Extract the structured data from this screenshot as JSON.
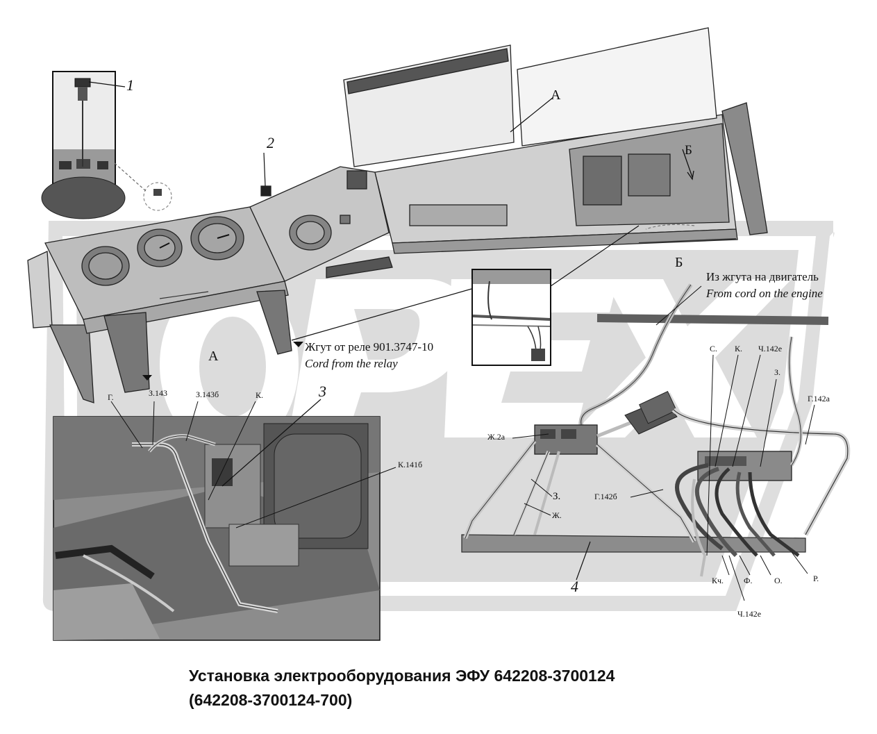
{
  "watermark": {
    "text": "ОРЕХ"
  },
  "callouts": {
    "n1": "1",
    "n2": "2",
    "n3": "3",
    "n4": "4"
  },
  "views": {
    "a_top": "А",
    "a_inset": "А",
    "b_top": "Б",
    "b_detail": "Б"
  },
  "notes": {
    "engine_ru": "Из жгута на двигатель",
    "engine_en": "From cord on the engine",
    "relay_ru": "Жгут от реле 901.3747-10",
    "relay_en": "Cord from the relay"
  },
  "wires_a": {
    "g": "Г.",
    "z143": "З.143",
    "z143b": "З.143б",
    "k": "К.",
    "k141b": "К.141б"
  },
  "wires_b": {
    "s": "С.",
    "k": "К.",
    "ch142e_top": "Ч.142е",
    "z_top": "З.",
    "g142a": "Г.142а",
    "zh2a": "Ж.2а",
    "z_mid": "З.",
    "zh": "Ж.",
    "g142b": "Г.142б",
    "kch": "Кч.",
    "f": "Ф.",
    "o": "О.",
    "r": "Р.",
    "ch142e_bottom": "Ч.142е"
  },
  "caption": {
    "line1": "Установка электрооборудования ЭФУ 642208-3700124",
    "line2": "(642208-3700124-700)"
  }
}
